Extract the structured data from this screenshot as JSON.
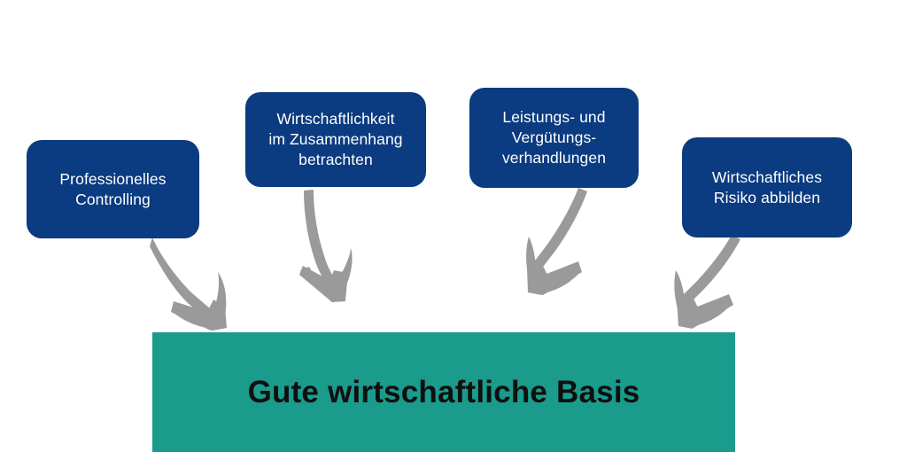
{
  "diagram": {
    "title": "Gute wirtschaftliche Basis",
    "colors": {
      "node_fill": "#0B3B80",
      "node_text": "#FFFFFF",
      "banner_fill": "#1A9B8C",
      "banner_text": "#0F0F0F",
      "arrow": "#9A9A9A",
      "background": "#FFFFFF"
    },
    "nodes": [
      {
        "id": "controlling",
        "text": "Professionelles\nControlling",
        "lines": [
          "Professionelles",
          "Controlling"
        ]
      },
      {
        "id": "wirtschaftlichkeit",
        "text": "Wirtschaftlichkeit\nim Zusammenhang\nbetrachten",
        "lines": [
          "Wirtschaftlichkeit",
          "im Zusammenhang",
          "betrachten"
        ]
      },
      {
        "id": "leistungs",
        "text": "Leistungs- und\nVergütungs-\nverhandlungen",
        "lines": [
          "Leistungs- und",
          "Vergütungs-",
          "verhandlungen"
        ]
      },
      {
        "id": "risiko",
        "text": "Wirtschaftliches\nRisiko abbilden",
        "lines": [
          "Wirtschaftliches",
          "Risiko abbilden"
        ]
      }
    ],
    "banner": {
      "label": "Gute wirtschaftliche Basis"
    },
    "arrows": [
      {
        "id": "arrow-controlling-to-banner",
        "from": "controlling",
        "to": "banner",
        "direction": "down-right"
      },
      {
        "id": "arrow-wirtschaftlichkeit-to-banner",
        "from": "wirtschaftlichkeit",
        "to": "banner",
        "direction": "down"
      },
      {
        "id": "arrow-leistungs-to-banner",
        "from": "leistungs",
        "to": "banner",
        "direction": "down-left"
      },
      {
        "id": "arrow-risiko-to-banner",
        "from": "risiko",
        "to": "banner",
        "direction": "down-left"
      }
    ]
  }
}
